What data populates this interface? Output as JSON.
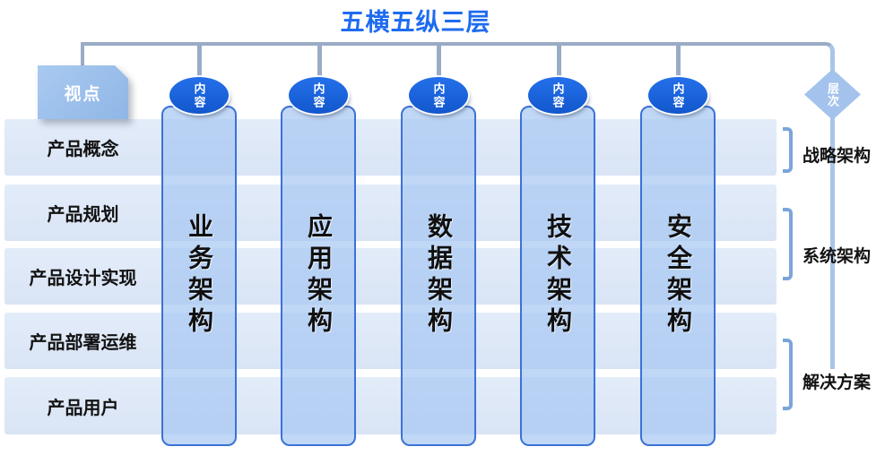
{
  "title": "五横五纵三层",
  "legend": {
    "viewpoint": "视点",
    "content": "内容",
    "hierarchy": "层次"
  },
  "rows": [
    {
      "label": "产品概念"
    },
    {
      "label": "产品规划"
    },
    {
      "label": "产品设计实现"
    },
    {
      "label": "产品部署运维"
    },
    {
      "label": "产品用户"
    }
  ],
  "columns": [
    {
      "label": "业务架构"
    },
    {
      "label": "应用架构"
    },
    {
      "label": "数据架构"
    },
    {
      "label": "技术架构"
    },
    {
      "label": "安全架构"
    }
  ],
  "layers": [
    {
      "label": "战略架构",
      "rows_spanned": [
        "产品概念"
      ]
    },
    {
      "label": "系统架构",
      "rows_spanned": [
        "产品规划",
        "产品设计实现"
      ]
    },
    {
      "label": "解决方案",
      "rows_spanned": [
        "产品部署运维",
        "产品用户"
      ]
    }
  ],
  "colors": {
    "title": "#1e6bf0",
    "content_ellipse": "#1a64df",
    "column_border": "#3b72d8",
    "column_fill": "#a8c7f2",
    "row_fill": "#dde7f7",
    "viewpoint_box": "#93bae7",
    "hierarchy_diamond": "#a3c3ed",
    "connector": "#9aabc6",
    "right_line": "#a9c5e9",
    "bracket": "#7aa5d8"
  }
}
